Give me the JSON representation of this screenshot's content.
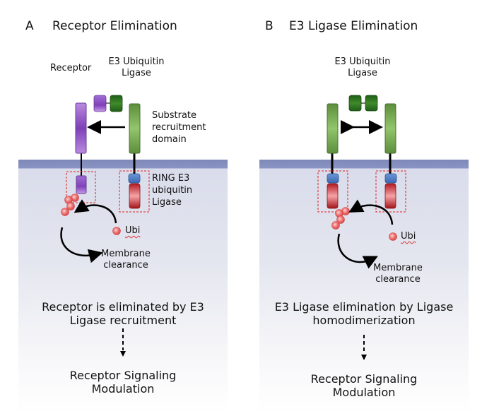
{
  "panels": [
    {
      "letter": "A",
      "title": "Receptor Elimination",
      "labels": {
        "receptor": "Receptor",
        "e3_line1": "E3 Ubiquitin",
        "e3_line2": "Ligase",
        "substrate_line1": "Substrate",
        "substrate_line2": "recruitment",
        "substrate_line3": "domain",
        "ring_line1": "RING E3",
        "ring_line2": "ubiquitin",
        "ring_line3": "Ligase",
        "ubi": "Ubi",
        "clearance_line1": "Membrane",
        "clearance_line2": "clearance"
      },
      "outcome_line1": "Receptor is eliminated by E3",
      "outcome_line2": "Ligase recruitment",
      "result_line1": "Receptor Signaling",
      "result_line2": "Modulation"
    },
    {
      "letter": "B",
      "title": "E3 Ligase Elimination",
      "labels": {
        "e3_line1": "E3 Ubiquitin",
        "e3_line2": "Ligase",
        "ubi": "Ubi",
        "clearance_line1": "Membrane",
        "clearance_line2": "clearance"
      },
      "outcome_line1": "E3 Ligase elimination by Ligase",
      "outcome_line2": "homodimerization",
      "result_line1": "Receptor Signaling",
      "result_line2": "Modulation"
    }
  ],
  "colors": {
    "receptor_purple": "#8a4fc0",
    "ligase_green": "#5e9a3e",
    "ring_red": "#c0282e",
    "linker_blue": "#4a78c0",
    "membrane": "#7e89b9",
    "dashed_box": "#e02020",
    "ubiquitin": "#f07070"
  }
}
